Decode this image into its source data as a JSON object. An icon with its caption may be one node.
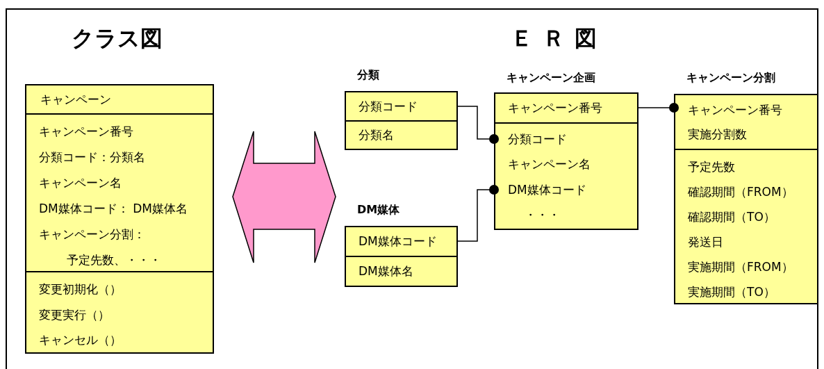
{
  "diagram": {
    "nodes": [
      {
        "text": [
          "キャンペーン"
        ]
      },
      {
        "text": [
          "キャンペーン番号",
          "分類コード：分類名",
          "キャンペーン名",
          "DM媒体コード： DM媒体名",
          "キャンペーン分割：",
          "予定先数、・・・"
        ]
      },
      {
        "text": [
          "変更初期化（）",
          "変更実行（）",
          "キャンセル（）"
        ]
      },
      {
        "text": [
          "分類"
        ]
      },
      {
        "text": [
          "分類コード"
        ],
        "in": 3
      },
      {
        "text": [
          "分類名"
        ],
        "in": 3
      },
      {
        "text": [
          "キャンペーン企画"
        ]
      },
      {
        "text": [
          "キャンペーン番号"
        ],
        "in": 6
      },
      {
        "text": [
          "分類コード",
          "キャンペーン名",
          "DM媒体コード",
          "・・・"
        ],
        "in": 6
      },
      {
        "text": [
          "キャンペーン分割"
        ]
      },
      {
        "text": [
          "キャンペーン番号",
          "実施分割数"
        ],
        "in": 9
      },
      {
        "text": [
          "予定先数",
          "確認期間（FROM）",
          "確認期間（TO）",
          "発送日",
          "実施期間（FROM）",
          "実施期間（TO）"
        ],
        "in": 9
      },
      {
        "text": [
          "DM媒体"
        ]
      },
      {
        "text": [
          "DM媒体コード"
        ],
        "in": 12
      },
      {
        "text": [
          "DM媒体名"
        ],
        "in": 12
      }
    ],
    "edges": [
      {
        "from": 4,
        "to": 8,
        "arrow": "other"
      },
      {
        "from": 13,
        "to": 8,
        "arrow": "other"
      },
      {
        "from": 7,
        "to": 10,
        "arrow": "other"
      }
    ],
    "labels": [
      "クラス図",
      "ＥＲ図"
    ]
  }
}
